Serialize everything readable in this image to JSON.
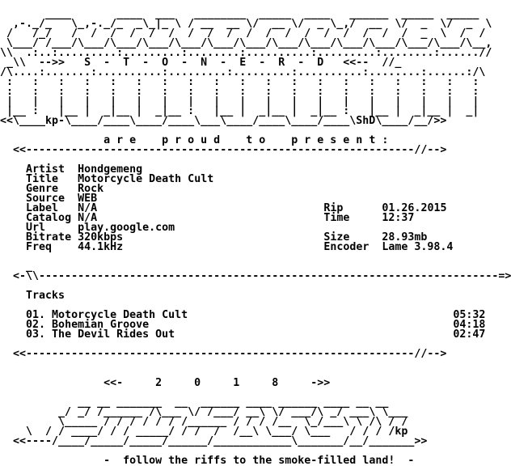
{
  "background_color": "#ffffff",
  "text_color": "#000000",
  "art_top": [
    "       ____       ____  ___   ________  _____  ____   ______  _____  _____",
    "  ,-._/_   \\_,-._/_  _\\_|_ \\ / __  __ \\/  __ \\/  _ \\_,/  __  \\/  _  \\/  _  \\",
    " /   /_/   /  /  /  /  /  /  /  /  /  /  /  /  /  /  /  /  /  /  _  \\  /  /",
    " \\___/ /___/\\___/\\___/\\___/\\___/\\___/\\___/\\___/\\___/\\___/\\___/\\___/\\___/\\__,",
    "\\\\  .:..:.........:.........:........:..........:.........:........:......//",
    " _\\\\  -->>   S  -  T  -  O  -  N  -  E  -  R  -  D   <<--  //_",
    "/\\....:.......:..........:.........:.........:..........:........:......:/\\",
    " :   :   :   :   :   :   :   :   :   :   :   :   :   :   :   :   :   :   :",
    " :   :   :   :   :   :   :   :   :   :   :   :   :   :   :   :   :   :   :",
    " |   |   |   |   |   |   |   |   |   |   |   |   |   |   |   |   |   |   |",
    " |__ :   |__ |  _|__ |  _|__ :   |__ |  _|__ |  _|__ :   |__ |  _|__ |  _|",
    "<<\\____kp-\\____/____\\____/____\\___\\____/____\\____/____\\ShD\\____/__/>>"
  ],
  "present_line": "              a r e    p r o u d    t o    p r e s e n t :",
  "rule_top": "<<------------------------------------------------------------//-->",
  "info_left": [
    {
      "key": "Artist",
      "value": "Hondgemeng"
    },
    {
      "key": "Title",
      "value": "Motorcycle Death Cult"
    },
    {
      "key": "Genre",
      "value": "Rock"
    },
    {
      "key": "Source",
      "value": "WEB"
    },
    {
      "key": "Label",
      "value": "N/A"
    },
    {
      "key": "Catalog",
      "value": "N/A"
    },
    {
      "key": "Url",
      "value": "play.google.com"
    },
    {
      "key": "Bitrate",
      "value": "320kbps"
    },
    {
      "key": "Freq",
      "value": "44.1kHz"
    }
  ],
  "info_right": [
    {
      "key": "Rip",
      "value": "01.26.2015"
    },
    {
      "key": "Time",
      "value": "12:37"
    },
    {
      "key": "Size",
      "value": "28.93mb"
    },
    {
      "key": "Encoder",
      "value": "Lame 3.98.4"
    }
  ],
  "rule_mid_top": "  _",
  "rule_mid": "<-\\\\-----------------------------------------------------------------------=>>",
  "tracks_heading": "Tracks",
  "tracks": [
    {
      "title": "01. Motorcycle Death Cult",
      "time": "05:32"
    },
    {
      "title": "02. Bohemian Groove",
      "time": "04:18"
    },
    {
      "title": "03. The Devil Rides Out",
      "time": "02:47"
    }
  ],
  "rule_bottom": "<<------------------------------------------------------------//-->",
  "year_line": "              <<-     2     0     1     8     ->>",
  "art_bottom": [
    "          __ __ _______  __  ______ ____ ______ ____ __ __",
    "       _/ _/ /______ /\\___ \\/ /___/ __\\ \\/ ___/\\ _/ ___\\ \\___",
    "       \\_____ / / / / / / /______ / / / /__  \\_/___\\ \\ /\\ / /",
    "  \\  / / ____/ / / _____/ / /  /  /__\\ \\___/ \\___   / / / /kp",
    "<<----/____/_____/_____/______/____________\\_______/__/_______>>"
  ],
  "footer": "-  follow the riffs to the smoke-filled land!  -"
}
